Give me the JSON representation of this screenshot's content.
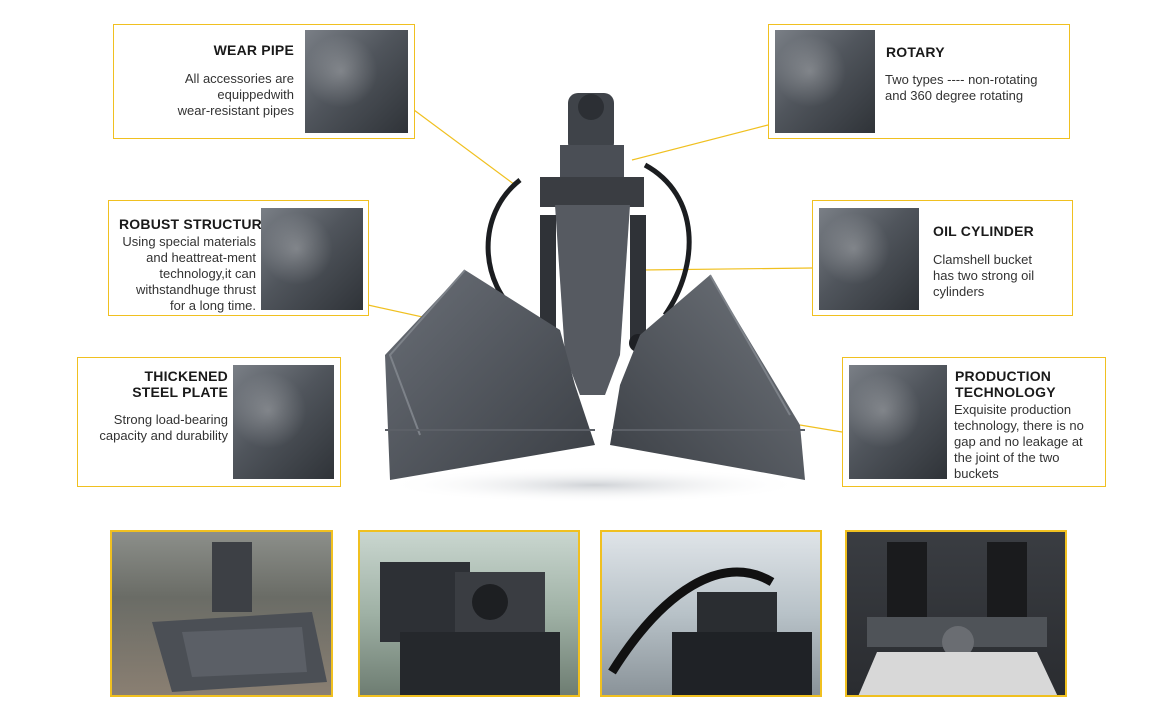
{
  "callouts": {
    "wear_pipe": {
      "title": "WEAR PIPE",
      "lines": [
        "All accessories are",
        "equippedwith",
        "wear-resistant pipes"
      ]
    },
    "rotary": {
      "title": "ROTARY",
      "lines": [
        "Two types ---- non-rotating",
        "and 360 degree rotating"
      ]
    },
    "robust_structure": {
      "title": "ROBUST STRUCTURE",
      "lines": [
        "Using special materials",
        "and heattreat-ment",
        "technology,it can",
        "withstandhuge thrust",
        "for a long time."
      ]
    },
    "oil_cylinder": {
      "title": "OIL CYLINDER",
      "lines": [
        "Clamshell bucket",
        "has two strong oil",
        "cylinders"
      ]
    },
    "thickened_steel": {
      "title_lines": [
        "THICKENED",
        "STEEL PLATE"
      ],
      "lines": [
        "Strong load-bearing",
        "capacity and durability"
      ]
    },
    "production": {
      "title_lines": [
        "PRODUCTION",
        "TECHNOLOGY"
      ],
      "lines": [
        "Exquisite production",
        "technology, there is no",
        "gap and no leakage at",
        "the joint of the two",
        "buckets"
      ]
    }
  },
  "colors": {
    "accent": "#f0c020",
    "steel": "#4a4e55"
  }
}
